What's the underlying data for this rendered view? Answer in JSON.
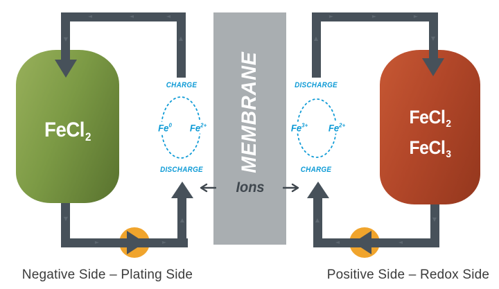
{
  "colors": {
    "pipe": "#47515a",
    "pipe_chevron": "#5d6770",
    "membrane": "#a9aeb1",
    "cyan": "#0f9bd6",
    "pump_orange": "#f0a42c",
    "tank_green": "#7c9a45",
    "tank_green_light": "#93ac57",
    "tank_green_dark": "#5b7530",
    "tank_red": "#b24729",
    "tank_red_light": "#c35532",
    "tank_red_dark": "#96381e",
    "ions_text": "#3f474e",
    "caption_text": "#3b3b3b"
  },
  "membrane": {
    "label": "MEMBRANE",
    "ions": "Ions"
  },
  "tanks": {
    "left": {
      "formula1": {
        "base": "FeCl",
        "sub": "2"
      }
    },
    "right": {
      "formula1": {
        "base": "FeCl",
        "sub": "2"
      },
      "formula2": {
        "base": "FeCl",
        "sub": "3"
      }
    }
  },
  "cycles": {
    "left": {
      "top_label": "CHARGE",
      "bottom_label": "DISCHARGE",
      "left_species": {
        "base": "Fe",
        "sup": "0"
      },
      "right_species": {
        "base": "Fe",
        "sup": "2+"
      }
    },
    "right": {
      "top_label": "DISCHARGE",
      "bottom_label": "CHARGE",
      "left_species": {
        "base": "Fe",
        "sup": "3+"
      },
      "right_species": {
        "base": "Fe",
        "sup": "2+"
      }
    }
  },
  "captions": {
    "left": "Negative Side – Plating Side",
    "right": "Positive Side – Redox Side"
  },
  "icons": {
    "chevron_left": "◄",
    "chevron_right": "►",
    "chevron_up": "▲",
    "chevron_down": "▼"
  }
}
